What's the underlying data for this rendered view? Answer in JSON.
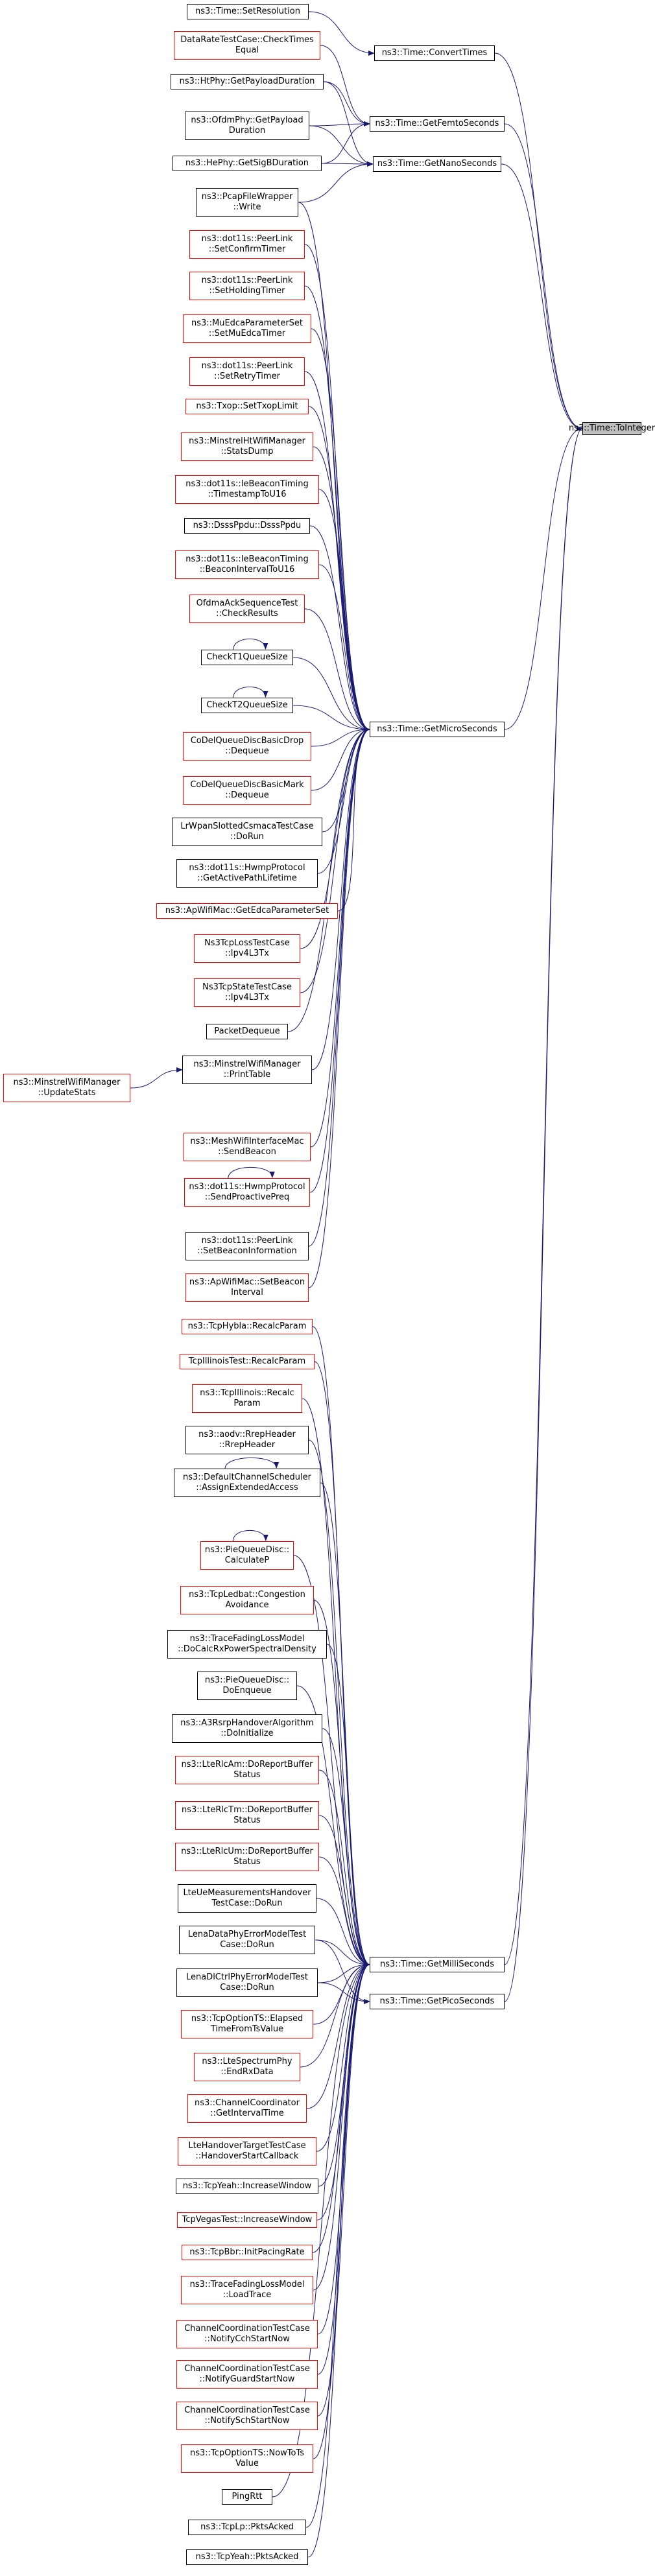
{
  "graph": {
    "colors": {
      "edge": "#191970",
      "node_border": "#000000",
      "node_border_no_doc": "#ff0000",
      "root_fill": "#bfbfbf"
    },
    "nodes": [
      {
        "id": "root",
        "label": "ns3::Time::ToInteger",
        "root": true
      },
      {
        "id": "convertTimes",
        "label": "ns3::Time::ConvertTimes"
      },
      {
        "id": "getFemto",
        "label": "ns3::Time::GetFemtoSeconds"
      },
      {
        "id": "getNano",
        "label": "ns3::Time::GetNanoSeconds"
      },
      {
        "id": "getMicro",
        "label": "ns3::Time::GetMicroSeconds"
      },
      {
        "id": "getMilli",
        "label": "ns3::Time::GetMilliSeconds"
      },
      {
        "id": "getPico",
        "label": "ns3::Time::GetPicoSeconds"
      },
      {
        "id": "setResolution",
        "label": "ns3::Time::SetResolution"
      },
      {
        "id": "checkTimes",
        "label": "DataRateTestCase::CheckTimes\nEqual",
        "red": true
      },
      {
        "id": "htPayload",
        "label": "ns3::HtPhy::GetPayloadDuration"
      },
      {
        "id": "ofdmPayload",
        "label": "ns3::OfdmPhy::GetPayload\nDuration"
      },
      {
        "id": "hePhySigB",
        "label": "ns3::HePhy::GetSigBDuration"
      },
      {
        "id": "pcapWrite",
        "label": "ns3::PcapFileWrapper\n::Write"
      },
      {
        "id": "peerLinkConfirm",
        "label": "ns3::dot11s::PeerLink\n::SetConfirmTimer",
        "red": true
      },
      {
        "id": "peerLinkHolding",
        "label": "ns3::dot11s::PeerLink\n::SetHoldingTimer",
        "red": true
      },
      {
        "id": "muEdca",
        "label": "ns3::MuEdcaParameterSet\n::SetMuEdcaTimer",
        "red": true
      },
      {
        "id": "peerLinkRetry",
        "label": "ns3::dot11s::PeerLink\n::SetRetryTimer",
        "red": true
      },
      {
        "id": "txopLimit",
        "label": "ns3::Txop::SetTxopLimit",
        "red": true
      },
      {
        "id": "minstrelHtStats",
        "label": "ns3::MinstrelHtWifiManager\n::StatsDump",
        "red": true
      },
      {
        "id": "ieBeaconTs",
        "label": "ns3::dot11s::IeBeaconTiming\n::TimestampToU16",
        "red": true
      },
      {
        "id": "dsssPpdu",
        "label": "ns3::DsssPpdu::DsssPpdu"
      },
      {
        "id": "ieBeaconInt",
        "label": "ns3::dot11s::IeBeaconTiming\n::BeaconIntervalToU16",
        "red": true
      },
      {
        "id": "ofdmaAck",
        "label": "OfdmaAckSequenceTest\n::CheckResults",
        "red": true
      },
      {
        "id": "checkT1",
        "label": "CheckT1QueueSize"
      },
      {
        "id": "checkT2",
        "label": "CheckT2QueueSize"
      },
      {
        "id": "codelDrop",
        "label": "CoDelQueueDiscBasicDrop\n::Dequeue",
        "red": true
      },
      {
        "id": "codelMark",
        "label": "CoDelQueueDiscBasicMark\n::Dequeue",
        "red": true
      },
      {
        "id": "lrwpan",
        "label": "LrWpanSlottedCsmacaTestCase\n::DoRun"
      },
      {
        "id": "hwmpActive",
        "label": "ns3::dot11s::HwmpProtocol\n::GetActivePathLifetime"
      },
      {
        "id": "apEdca",
        "label": "ns3::ApWifiMac::GetEdcaParameterSet",
        "red": true
      },
      {
        "id": "ns3TcpLoss",
        "label": "Ns3TcpLossTestCase\n::Ipv4L3Tx",
        "red": true
      },
      {
        "id": "ns3TcpState",
        "label": "Ns3TcpStateTestCase\n::Ipv4L3Tx",
        "red": true
      },
      {
        "id": "packetDequeue",
        "label": "PacketDequeue"
      },
      {
        "id": "minstrelPrint",
        "label": "ns3::MinstrelWifiManager\n::PrintTable"
      },
      {
        "id": "minstrelUpdate",
        "label": "ns3::MinstrelWifiManager\n::UpdateStats",
        "red": true
      },
      {
        "id": "meshSendBeacon",
        "label": "ns3::MeshWifiInterfaceMac\n::SendBeacon",
        "red": true
      },
      {
        "id": "hwmpProactive",
        "label": "ns3::dot11s::HwmpProtocol\n::SendProactivePreq",
        "red": true
      },
      {
        "id": "peerLinkBeacon",
        "label": "ns3::dot11s::PeerLink\n::SetBeaconInformation"
      },
      {
        "id": "apSetBeacon",
        "label": "ns3::ApWifiMac::SetBeacon\nInterval",
        "red": true
      },
      {
        "id": "tcpHybla",
        "label": "ns3::TcpHybla::RecalcParam",
        "red": true
      },
      {
        "id": "tcpIllinoisTest",
        "label": "TcpIllinoisTest::RecalcParam",
        "red": true
      },
      {
        "id": "tcpIllinois",
        "label": "ns3::TcpIllinois::Recalc\nParam",
        "red": true
      },
      {
        "id": "aodvRrep",
        "label": "ns3::aodv::RrepHeader\n::RrepHeader"
      },
      {
        "id": "defaultChan",
        "label": "ns3::DefaultChannelScheduler\n::AssignExtendedAccess"
      },
      {
        "id": "pieCalc",
        "label": "ns3::PieQueueDisc::\nCalculateP",
        "red": true
      },
      {
        "id": "tcpLedbat",
        "label": "ns3::TcpLedbat::Congestion\nAvoidance",
        "red": true
      },
      {
        "id": "traceFadingPsd",
        "label": "ns3::TraceFadingLossModel\n::DoCalcRxPowerSpectralDensity"
      },
      {
        "id": "pieEnqueue",
        "label": "ns3::PieQueueDisc::\nDoEnqueue"
      },
      {
        "id": "a3Rsrp",
        "label": "ns3::A3RsrpHandoverAlgorithm\n::DoInitialize"
      },
      {
        "id": "lteRlcAm",
        "label": "ns3::LteRlcAm::DoReportBuffer\nStatus",
        "red": true
      },
      {
        "id": "lteRlcTm",
        "label": "ns3::LteRlcTm::DoReportBuffer\nStatus",
        "red": true
      },
      {
        "id": "lteRlcUm",
        "label": "ns3::LteRlcUm::DoReportBuffer\nStatus",
        "red": true
      },
      {
        "id": "lteUeMeas",
        "label": "LteUeMeasurementsHandover\nTestCase::DoRun"
      },
      {
        "id": "lenaData",
        "label": "LenaDataPhyErrorModelTest\nCase::DoRun"
      },
      {
        "id": "lenaDlCtrl",
        "label": "LenaDlCtrlPhyErrorModelTest\nCase::DoRun"
      },
      {
        "id": "tcpOptTsElapsed",
        "label": "ns3::TcpOptionTS::Elapsed\nTimeFromTsValue",
        "red": true
      },
      {
        "id": "lteSpectrum",
        "label": "ns3::LteSpectrumPhy\n::EndRxData",
        "red": true
      },
      {
        "id": "chanCoordGet",
        "label": "ns3::ChannelCoordinator\n::GetIntervalTime",
        "red": true
      },
      {
        "id": "lteHandover",
        "label": "LteHandoverTargetTestCase\n::HandoverStartCallback",
        "red": true
      },
      {
        "id": "tcpYeahInc",
        "label": "ns3::TcpYeah::IncreaseWindow"
      },
      {
        "id": "tcpVegas",
        "label": "TcpVegasTest::IncreaseWindow",
        "red": true
      },
      {
        "id": "tcpBbr",
        "label": "ns3::TcpBbr::InitPacingRate",
        "red": true
      },
      {
        "id": "traceFadingLoad",
        "label": "ns3::TraceFadingLossModel\n::LoadTrace",
        "red": true
      },
      {
        "id": "chanCoordCch",
        "label": "ChannelCoordinationTestCase\n::NotifyCchStartNow",
        "red": true
      },
      {
        "id": "chanCoordGuard",
        "label": "ChannelCoordinationTestCase\n::NotifyGuardStartNow",
        "red": true
      },
      {
        "id": "chanCoordSch",
        "label": "ChannelCoordinationTestCase\n::NotifySchStartNow",
        "red": true
      },
      {
        "id": "tcpOptTsNow",
        "label": "ns3::TcpOptionTS::NowToTs\nValue",
        "red": true
      },
      {
        "id": "pingRtt",
        "label": "PingRtt"
      },
      {
        "id": "tcpLpAcked",
        "label": "ns3::TcpLp::PktsAcked"
      },
      {
        "id": "tcpYeahAcked",
        "label": "ns3::TcpYeah::PktsAcked"
      }
    ]
  }
}
